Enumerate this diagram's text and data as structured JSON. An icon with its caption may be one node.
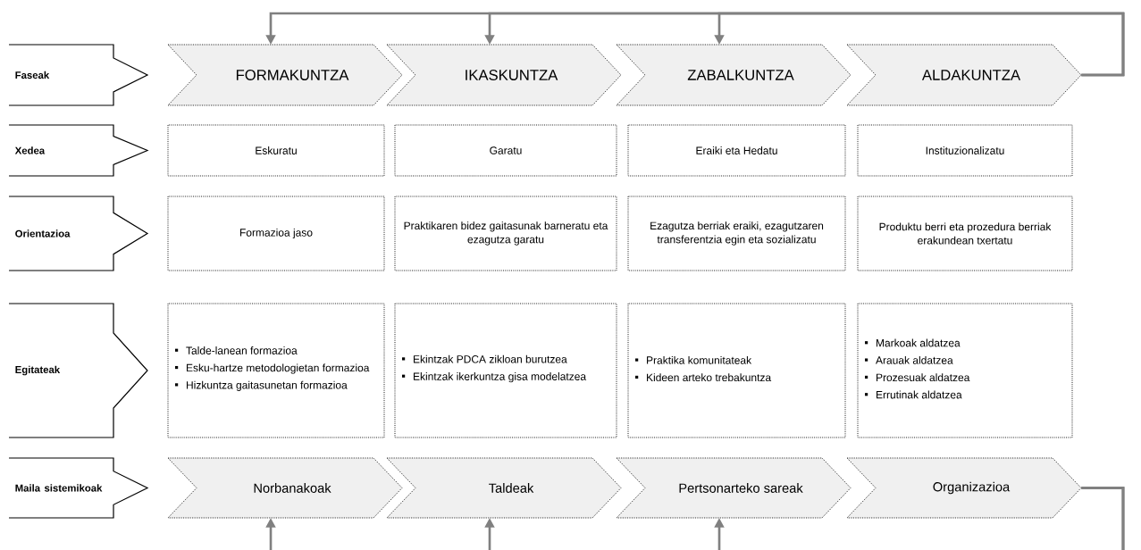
{
  "diagram": {
    "nodes": [
      {
        "text": [
          "Faseak"
        ]
      },
      {
        "text": [
          "FORMAKUNTZA"
        ]
      },
      {
        "text": [
          "IKASKUNTZA"
        ]
      },
      {
        "text": [
          "ZABALKUNTZA"
        ]
      },
      {
        "text": [
          "ALDAKUNTZA"
        ]
      },
      {
        "text": [
          "Xedea"
        ]
      },
      {
        "text": [
          "Eskuratu"
        ]
      },
      {
        "text": [
          "Garatu"
        ]
      },
      {
        "text": [
          "Eraiki eta Hedatu"
        ]
      },
      {
        "text": [
          "Instituzionalizatu"
        ]
      },
      {
        "text": [
          "Orientazioa"
        ]
      },
      {
        "text": [
          "Formazioa jaso"
        ]
      },
      {
        "text": [
          "Praktikaren bidez gaitasunak barneratu eta ezagutza garatu"
        ]
      },
      {
        "text": [
          "Ezagutza berriak eraiki, ezagutzaren transferentzia egin eta sozializatu"
        ]
      },
      {
        "text": [
          "Produktu berri eta prozedura berriak erakundean txertatu"
        ]
      },
      {
        "text": [
          "Egitateak"
        ]
      },
      {
        "text": [
          "Talde-lanean formazioa",
          "Esku-hartze metodologietan formazioa",
          "Hizkuntza gaitasunetan formazioa"
        ]
      },
      {
        "text": [
          "Ekintzak PDCA zikloan burutzea",
          "Ekintzak ikerkuntza gisa modelatzea"
        ]
      },
      {
        "text": [
          "Praktika komunitateak",
          "Kideen arteko trebakuntza"
        ]
      },
      {
        "text": [
          "Markoak aldatzea",
          "Arauak aldatzea",
          "Prozesuak aldatzea",
          "Errutinak aldatzea"
        ]
      },
      {
        "text": [
          "Maila sistemikoak"
        ]
      },
      {
        "text": [
          "Norbanakoak"
        ]
      },
      {
        "text": [
          "Taldeak"
        ]
      },
      {
        "text": [
          "Pertsonarteko sareak"
        ]
      },
      {
        "text": [
          "Organizazioa"
        ]
      }
    ],
    "edges": [
      {
        "from": 4,
        "to": 1,
        "arrow": "to"
      },
      {
        "from": 4,
        "to": 2,
        "arrow": "to"
      },
      {
        "from": 4,
        "to": 3,
        "arrow": "to"
      },
      {
        "from": 24,
        "to": 21,
        "arrow": "to"
      },
      {
        "from": 24,
        "to": 22,
        "arrow": "to"
      },
      {
        "from": 24,
        "to": 23,
        "arrow": "to"
      }
    ]
  }
}
